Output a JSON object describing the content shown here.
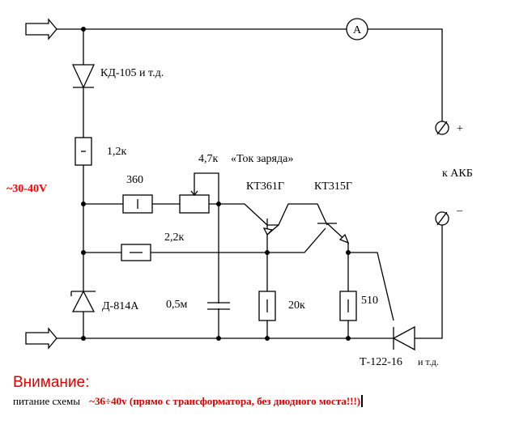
{
  "labels": {
    "diode": "КД-105 и т.д.",
    "r1": "1,2к",
    "r360": "360",
    "pot": "4,7к",
    "pot_name": "«Ток заряда»",
    "q1": "КТ361Г",
    "q2": "КТ315Г",
    "r22": "2,2к",
    "voltage": "~30-40V",
    "zener": "Д-814А",
    "cap": "0,5м",
    "r20": "20к",
    "r510": "510",
    "thyristor": "Т-122-16",
    "thyristor_note": "и т.д.",
    "ammeter": "A",
    "plus": "+",
    "minus": "–",
    "battery": "к  АКБ"
  },
  "footer": {
    "warning": "Внимание:",
    "supply_label": "питание схемы",
    "supply_value": "~36÷40v (прямо с трансформатора, без диодного моста!!!)"
  }
}
